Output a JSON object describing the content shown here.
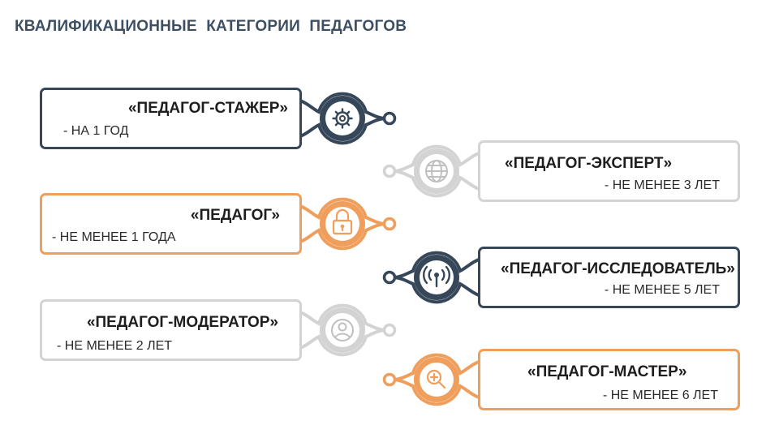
{
  "title": "КВАЛИФИКАЦИОННЫЕ  КАТЕГОРИИ ПЕДАГОГОВ",
  "colors": {
    "navy": "#37475a",
    "orange": "#ef9e5c",
    "gray": "#d3d3d3",
    "icon_gray": "#bfbfbf"
  },
  "categories": [
    {
      "name": "«ПЕДАГОГ-СТАЖЕР»",
      "term": "- НА 1 ГОД",
      "icon": "gear-icon",
      "color": "navy"
    },
    {
      "name": "«ПЕДАГОГ-ЭКСПЕРТ»",
      "term": "- НЕ МЕНЕЕ 3 ЛЕТ",
      "icon": "globe-icon",
      "color": "gray"
    },
    {
      "name": "«ПЕДАГОГ»",
      "term": "- НЕ МЕНЕЕ 1 ГОДА",
      "icon": "lock-icon",
      "color": "orange"
    },
    {
      "name": "«ПЕДАГОГ-ИССЛЕДОВАТЕЛЬ»",
      "term": "- НЕ МЕНЕЕ 5 ЛЕТ",
      "icon": "broadcast-icon",
      "color": "navy"
    },
    {
      "name": "«ПЕДАГОГ-МОДЕРАТОР»",
      "term": "- НЕ МЕНЕЕ 2 ЛЕТ",
      "icon": "user-icon",
      "color": "gray"
    },
    {
      "name": "«ПЕДАГОГ-МАСТЕР»",
      "term": "- НЕ МЕНЕЕ 6 ЛЕТ",
      "icon": "search-icon",
      "color": "orange"
    }
  ]
}
